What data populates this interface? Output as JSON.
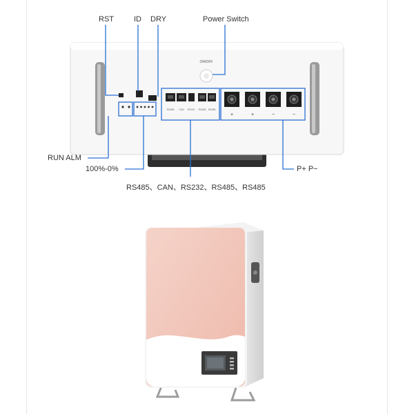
{
  "callouts": {
    "rst": "RST",
    "id": "ID",
    "dry": "DRY",
    "power_switch": "Power Switch",
    "run_alm": "RUN  ALM",
    "soc": "100%-0%",
    "comm_ports": "RS485、CAN、RS232、RS485、RS485",
    "terminals": "P+  P−"
  },
  "panel_text": {
    "on_off": "ON/OFF",
    "port_labels": [
      "RS485",
      "CAN",
      "RS232",
      "RS485",
      "RS485"
    ],
    "terminal_signs": [
      "+",
      "+",
      "−",
      "−"
    ]
  },
  "colors": {
    "callout_blue": "#2a6fd4",
    "panel_white": "#f6f6f6",
    "battery_pink": "#f2c9bf",
    "frame_gray": "#e3e6ea"
  }
}
